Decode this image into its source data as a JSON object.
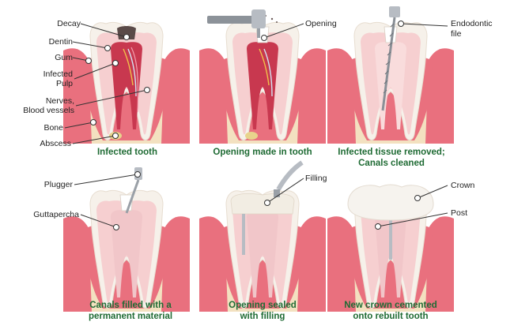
{
  "panels": [
    {
      "caption_lines": [
        "Infected tooth"
      ],
      "labels": [
        "Decay",
        "Dentin",
        "Gum",
        "Infected",
        "Pulp",
        "Nerves,",
        "Blood vessels",
        "Bone",
        "Abscess"
      ]
    },
    {
      "caption_lines": [
        "Opening made in tooth"
      ],
      "labels": [
        "Opening"
      ]
    },
    {
      "caption_lines": [
        "Infected tissue removed;",
        "Canals cleaned"
      ],
      "labels": [
        "Endodontic",
        "file"
      ]
    },
    {
      "caption_lines": [
        "Canals filled with a",
        "permanent material"
      ],
      "labels": [
        "Plugger",
        "Guttapercha"
      ]
    },
    {
      "caption_lines": [
        "Opening sealed",
        "with filling"
      ],
      "labels": [
        "Filling"
      ]
    },
    {
      "caption_lines": [
        "New crown cemented",
        "onto rebuilt tooth"
      ],
      "labels": [
        "Crown",
        "Post"
      ]
    }
  ],
  "colors": {
    "caption": "#1f6b34",
    "gum": "#e9707e",
    "bone": "#f3e1c0",
    "enamel": "#f6f1ea",
    "dentin": "#f6cfd0",
    "pulp_infected": "#c8384f",
    "pulp_clean": "#f9dcdc",
    "filling": "#f2ede3",
    "guttapercha": "#f1c6c9",
    "metal": "#b7bcc3"
  }
}
